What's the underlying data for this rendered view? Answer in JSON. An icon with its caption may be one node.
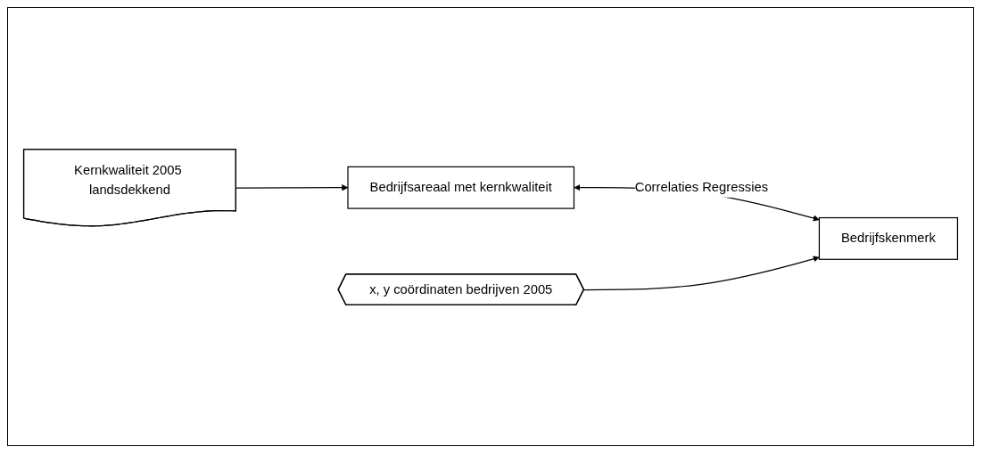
{
  "diagram": {
    "nodes": [
      {
        "text": [
          "Kernkwaliteit 2005 landsdekkend"
        ]
      },
      {
        "text": [
          "Bedrijfsareaal met kernkwaliteit"
        ]
      },
      {
        "text": [
          "x, y coördinaten bedrijven 2005"
        ]
      },
      {
        "text": [
          "Bedrijfskenmerk"
        ]
      }
    ],
    "edges": [
      {
        "from": 0,
        "to": 1,
        "arrow": "to"
      },
      {
        "from": 1,
        "to": 3,
        "arrow": "both",
        "label": "Correlaties Regressies"
      },
      {
        "from": 2,
        "to": 3,
        "arrow": "to"
      }
    ]
  }
}
